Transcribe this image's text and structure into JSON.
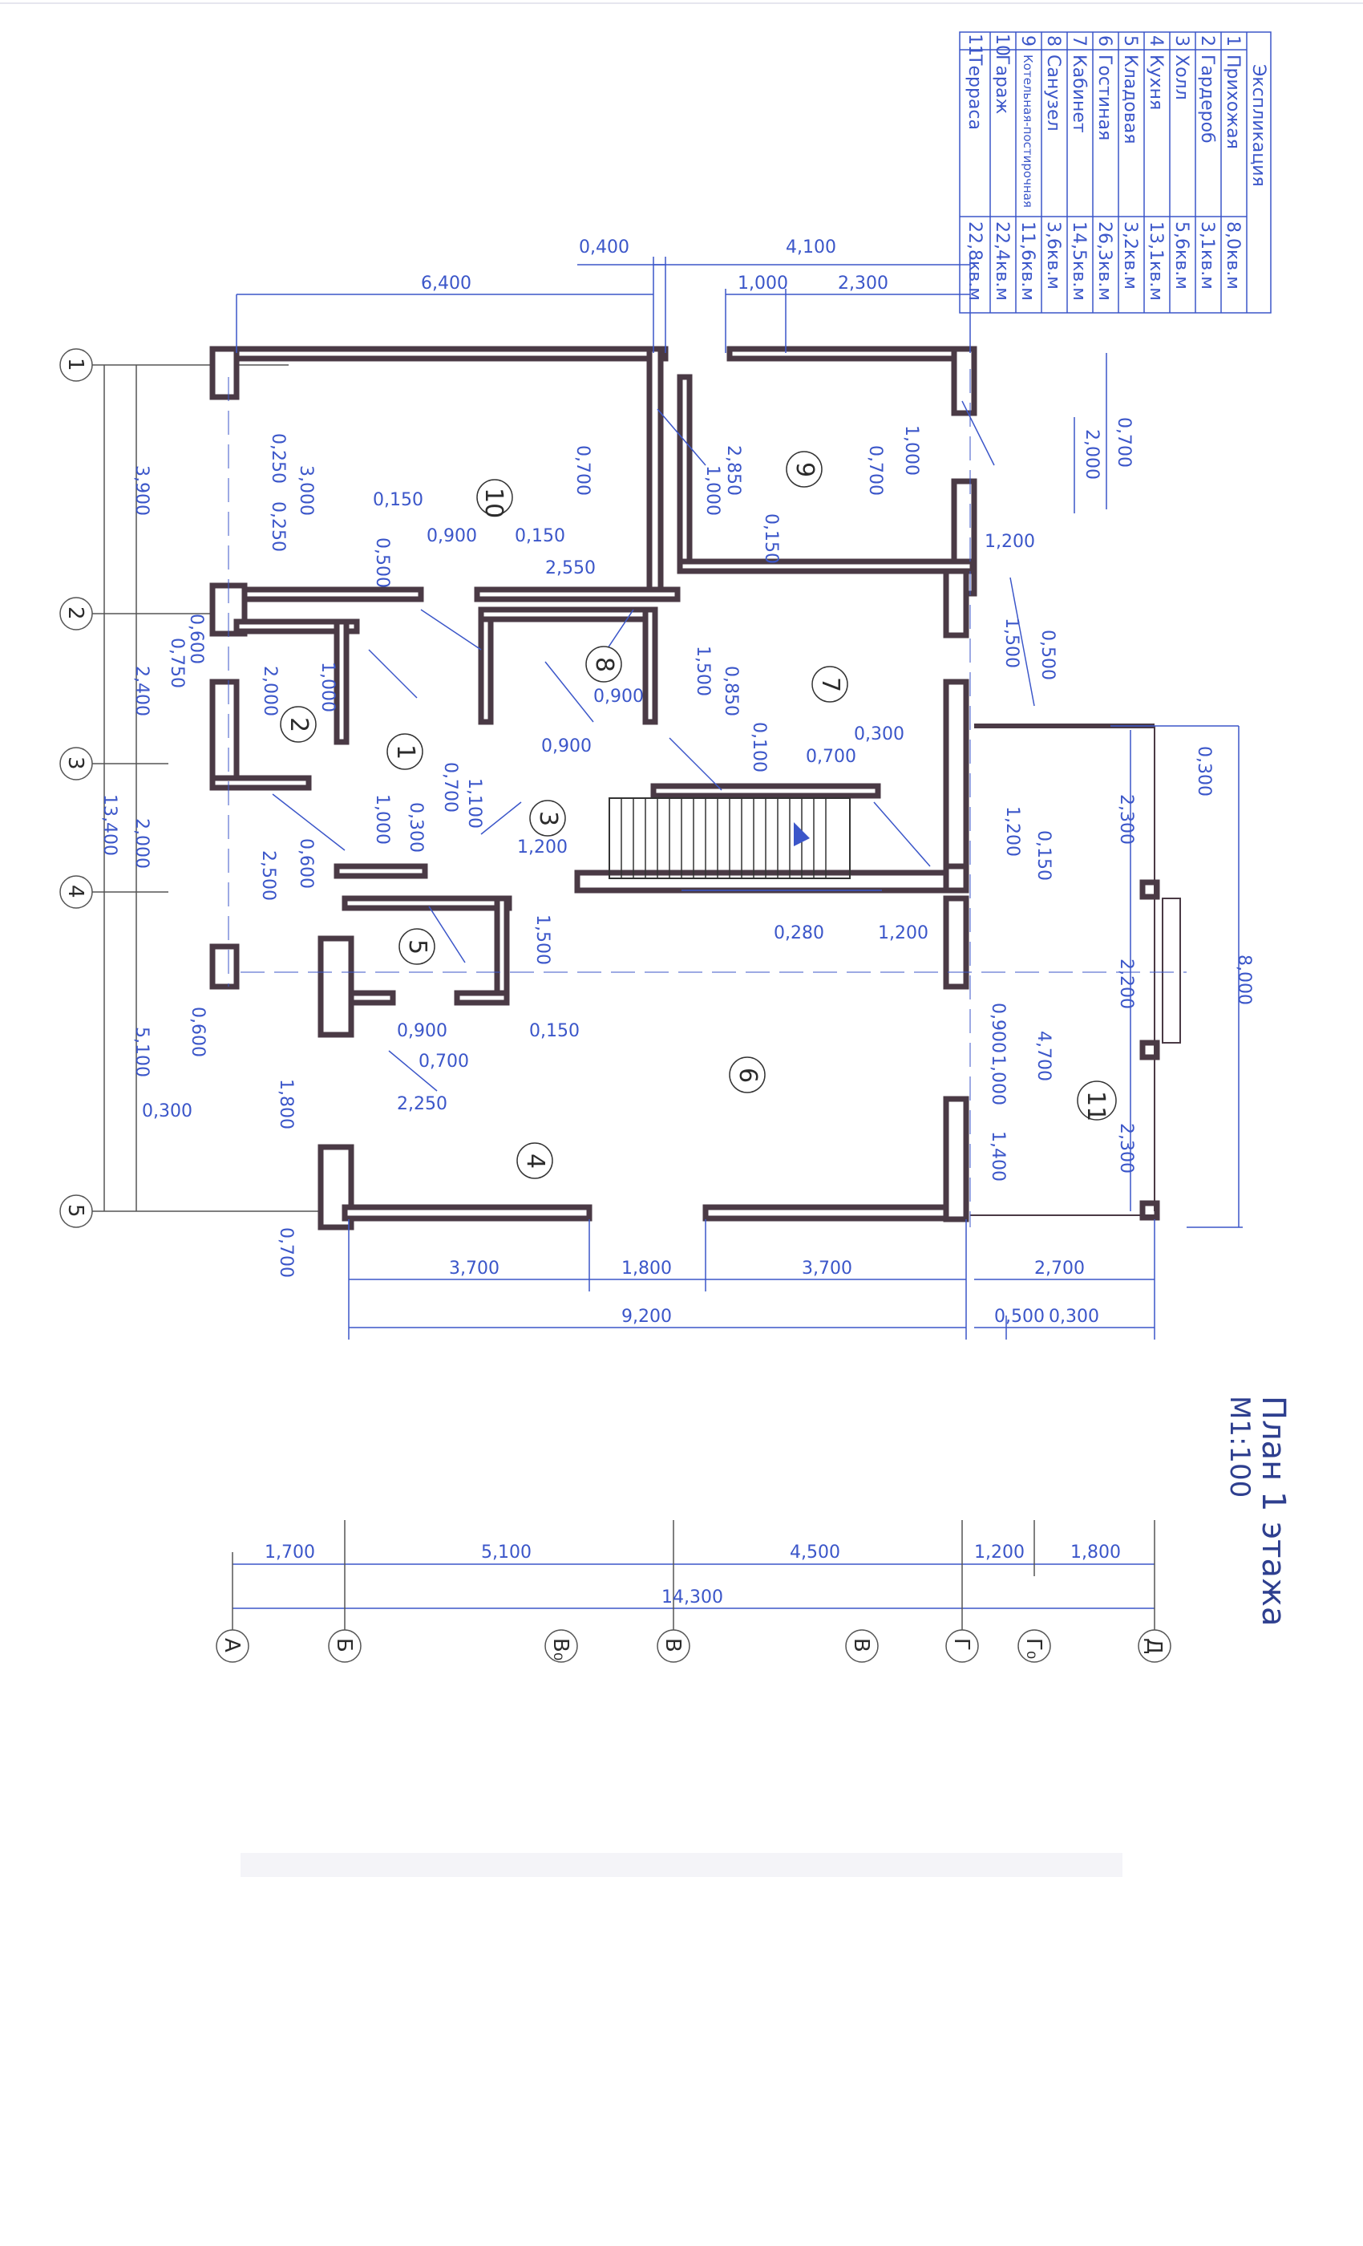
{
  "title": "План 1 этажа",
  "scale": "М1:100",
  "explication": {
    "header": "Экспликация",
    "rooms": [
      {
        "num": "1",
        "name": "Прихожая",
        "area": "8,0кв.м"
      },
      {
        "num": "2",
        "name": "Гардероб",
        "area": "3,1кв.м"
      },
      {
        "num": "3",
        "name": "Холл",
        "area": "5,6кв.м"
      },
      {
        "num": "4",
        "name": "Кухня",
        "area": "13,1кв.м"
      },
      {
        "num": "5",
        "name": "Кладовая",
        "area": "3,2кв.м"
      },
      {
        "num": "6",
        "name": "Гостиная",
        "area": "26,3кв.м"
      },
      {
        "num": "7",
        "name": "Кабинет",
        "area": "14,5кв.м"
      },
      {
        "num": "8",
        "name": "Санузел",
        "area": "3,6кв.м"
      },
      {
        "num": "9",
        "name": "Котельная-постирочная",
        "area": "11,6кв.м"
      },
      {
        "num": "10",
        "name": "Гараж",
        "area": "22,4кв.м"
      },
      {
        "num": "11",
        "name": "Терраса",
        "area": "22,8кв.м"
      }
    ]
  },
  "room_tags": [
    "1",
    "2",
    "3",
    "4",
    "5",
    "6",
    "7",
    "8",
    "9",
    "10",
    "11"
  ],
  "axes_numeric": [
    "1",
    "2",
    "3",
    "4",
    "5"
  ],
  "axes_letters": [
    "А",
    "Б",
    "В₀",
    "В",
    "В",
    "Г",
    "Г₀",
    "Д"
  ],
  "dims": {
    "top_6400": "6,400",
    "top_0400": "0,400",
    "top_4100": "4,100",
    "top_1000": "1,000",
    "top_2300": "2,300",
    "left_3900": "3,900",
    "left_2400": "2,400",
    "left_2000": "2,000",
    "left_5100": "5,100",
    "left_13400": "13,400",
    "l_0250a": "0,250",
    "l_0250b": "0,250",
    "l_3000": "3,000",
    "l_0150a": "0,150",
    "l_0500a": "0,500",
    "l_0700a": "0,700",
    "l_0600a": "0,600",
    "l_0750": "0,750",
    "l_2000b": "2,000",
    "l_1000a": "1,000",
    "l_0900a": "0,900",
    "l_0150b": "0,150",
    "l_2550": "2,550",
    "l_2850": "2,850",
    "l_1000b": "1,000",
    "l_0150c": "0,150",
    "l_0700b": "0,700",
    "l_1000c": "1,000",
    "r_0700": "0,700",
    "r_2000": "2,000",
    "r_1200a": "1,200",
    "r_1500a": "1,500",
    "r_0500": "0,500",
    "r_0850": "0,850",
    "r_1500b": "1,500",
    "r_0900": "0,900",
    "r_0100": "0,100",
    "r_0300a": "0,300",
    "r_0700c": "0,700",
    "r_0900b": "0,900",
    "c_0700": "0,700",
    "c_1100": "1,100",
    "c_0300": "0,300",
    "c_1000": "1,000",
    "c_1200": "1,200",
    "c_0600": "0,600",
    "c_2500": "2,500",
    "c_1500": "1,500",
    "c_0280": "0,280",
    "c_1200b": "1,200",
    "c_1200c": "1,200",
    "c_0150": "0,150",
    "k_0900": "0,900",
    "k_0150": "0,150",
    "k_0700": "0,700",
    "k_2250": "2,250",
    "k_0600": "0,600",
    "k_0300": "0,300",
    "k_1800": "1,800",
    "g_0900": "0,900",
    "g_4700": "4,700",
    "g_1000": "1,000",
    "g_1400": "1,400",
    "t_0300": "0,300",
    "t_2300a": "2,300",
    "t_2200": "2,200",
    "t_2300b": "2,300",
    "t_8000": "8,000",
    "b_3700a": "3,700",
    "b_1800": "1,800",
    "b_3700b": "3,700",
    "b_2700": "2,700",
    "b_9200": "9,200",
    "b_0500": "0,500",
    "b_0300": "0,300",
    "ax_1700": "1,700",
    "ax_5100": "5,100",
    "ax_4500": "4,500",
    "ax_1200": "1,200",
    "ax_1800": "1,800",
    "ax_14300": "14,300"
  }
}
